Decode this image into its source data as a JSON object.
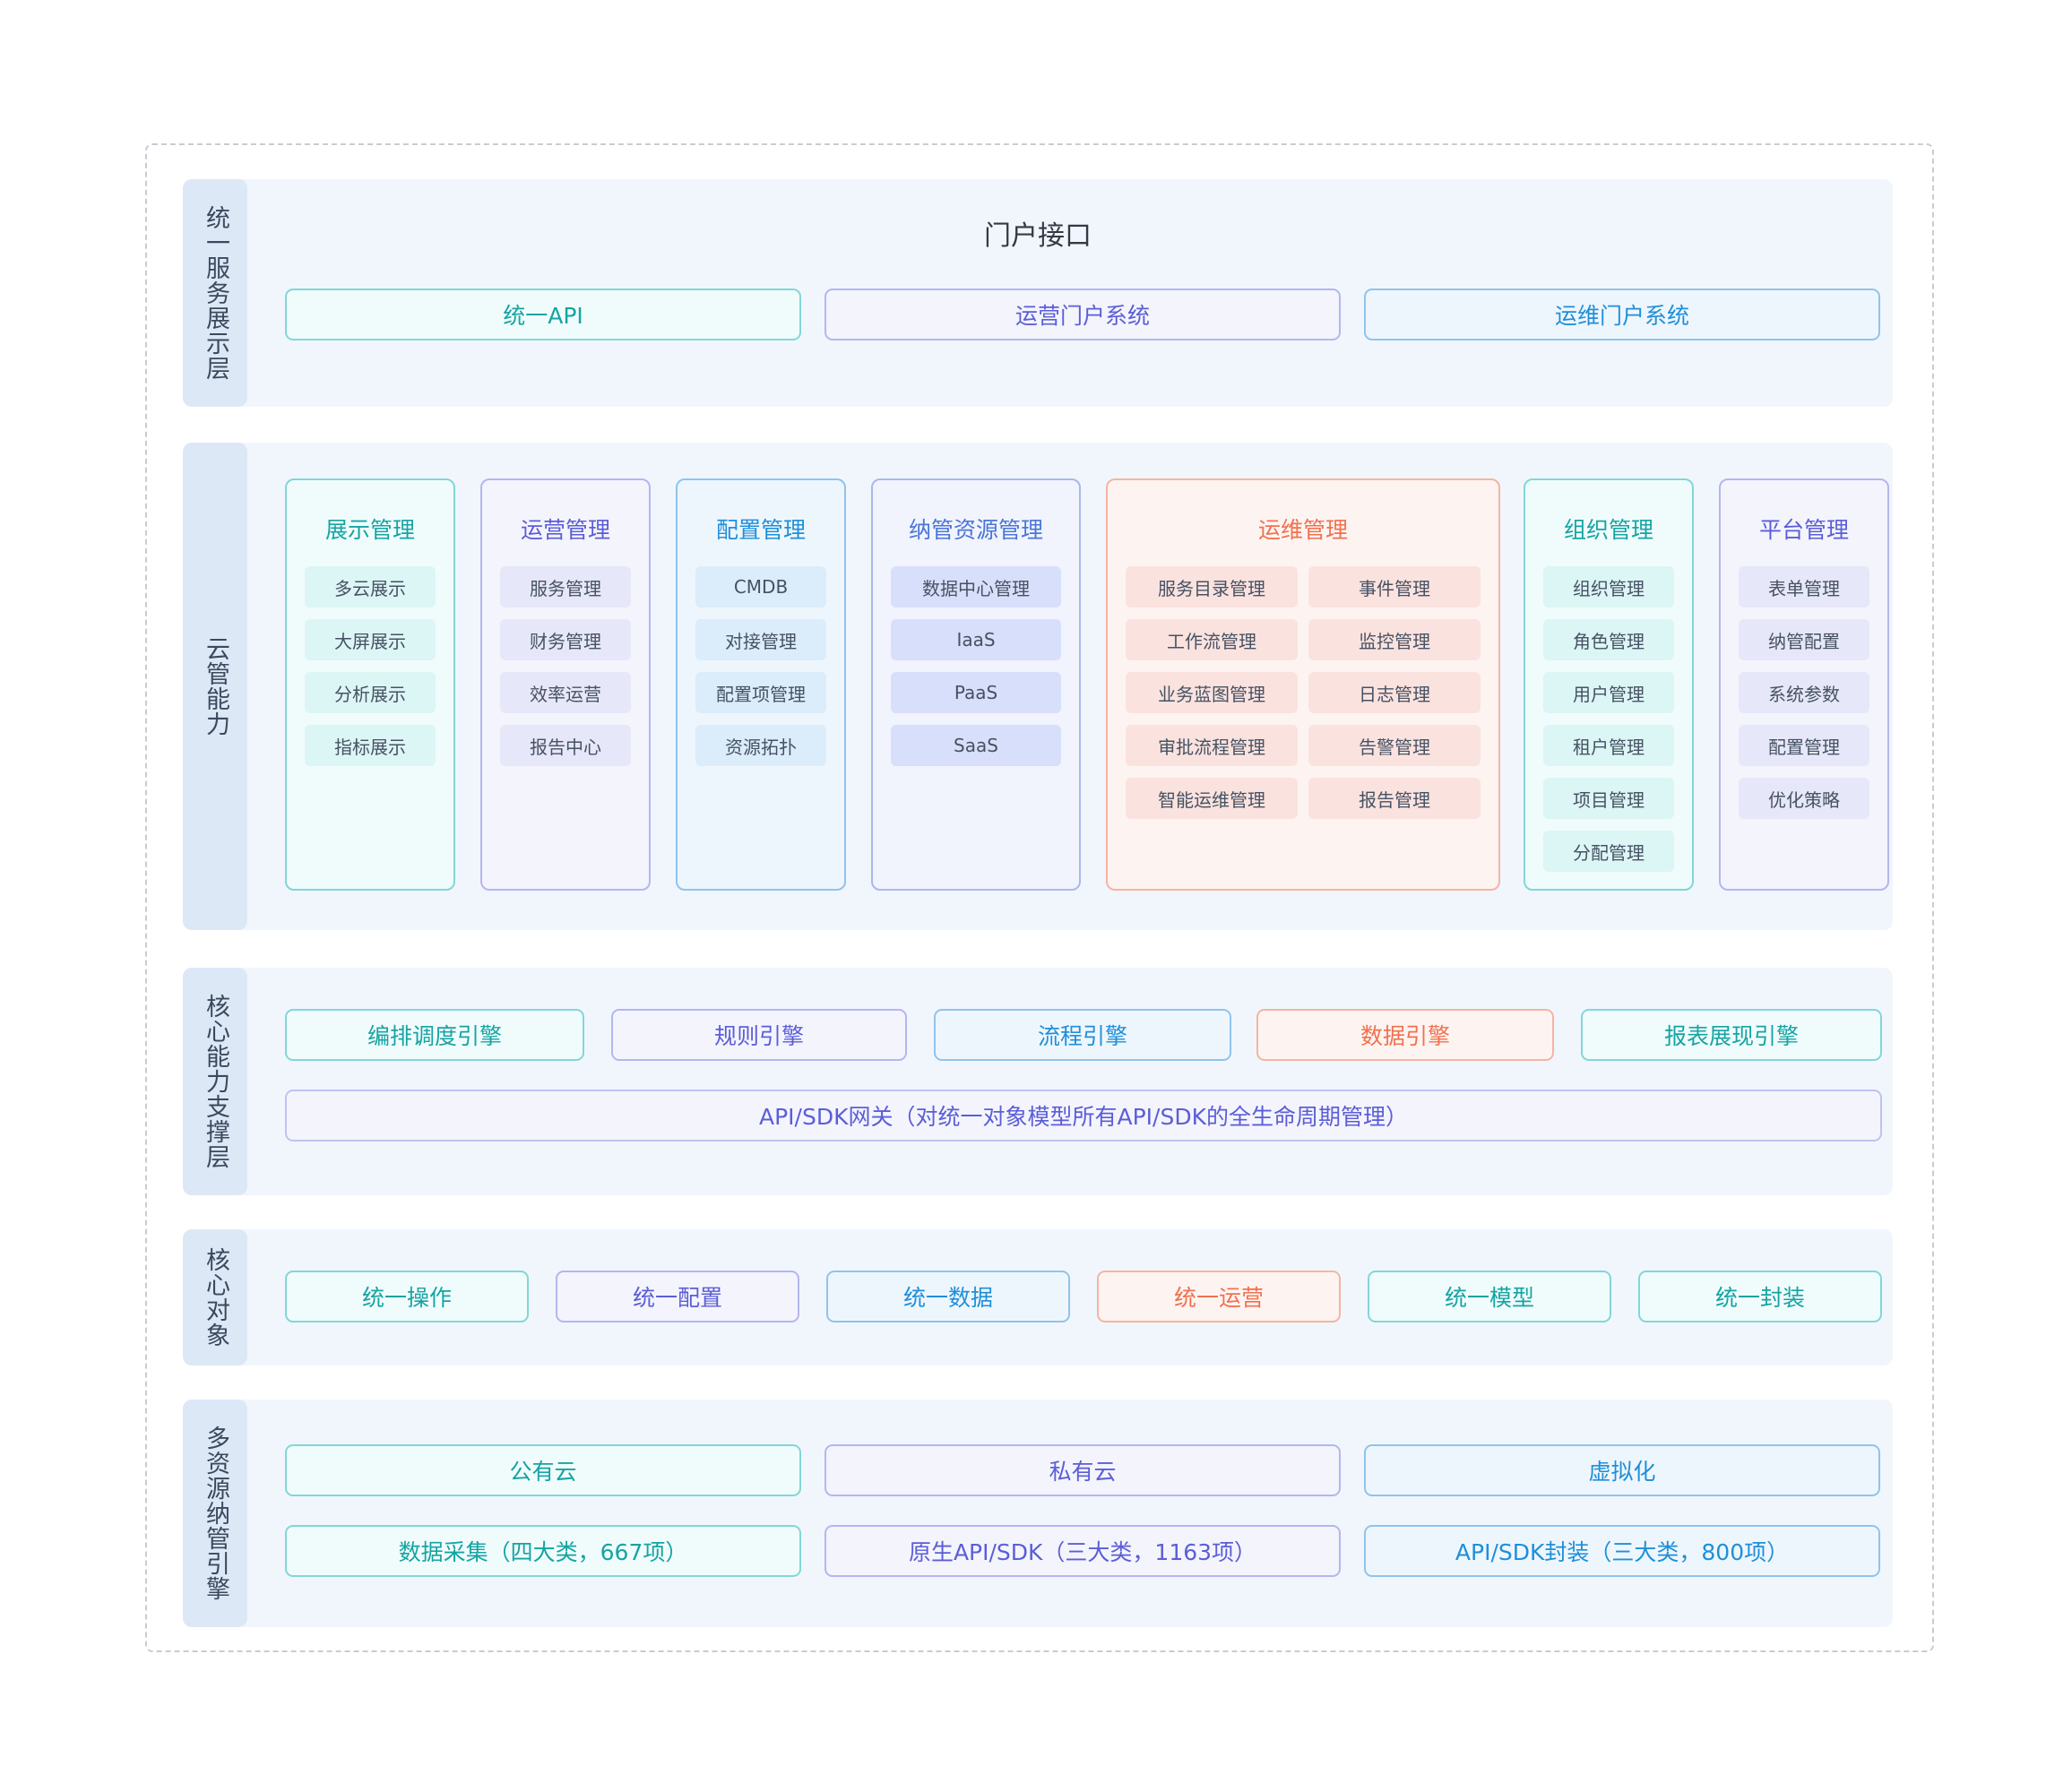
{
  "layers": {
    "portal": {
      "label": "统一服务展示层",
      "title": "门户接口",
      "items": [
        "统一API",
        "运营门户系统",
        "运维门户系统"
      ]
    },
    "cloud": {
      "label": "云管能力",
      "columns": [
        {
          "title": "展示管理",
          "items": [
            "多云展示",
            "大屏展示",
            "分析展示",
            "指标展示"
          ]
        },
        {
          "title": "运营管理",
          "items": [
            "服务管理",
            "财务管理",
            "效率运营",
            "报告中心"
          ]
        },
        {
          "title": "配置管理",
          "items": [
            "CMDB",
            "对接管理",
            "配置项管理",
            "资源拓扑"
          ]
        },
        {
          "title": "纳管资源管理",
          "items": [
            "数据中心管理",
            "IaaS",
            "PaaS",
            "SaaS"
          ]
        },
        {
          "title": "运维管理",
          "items": [
            "服务目录管理",
            "事件管理",
            "工作流管理",
            "监控管理",
            "业务蓝图管理",
            "日志管理",
            "审批流程管理",
            "告警管理",
            "智能运维管理",
            "报告管理"
          ]
        },
        {
          "title": "组织管理",
          "items": [
            "组织管理",
            "角色管理",
            "用户管理",
            "租户管理",
            "项目管理",
            "分配管理"
          ]
        },
        {
          "title": "平台管理",
          "items": [
            "表单管理",
            "纳管配置",
            "系统参数",
            "配置管理",
            "优化策略"
          ]
        }
      ]
    },
    "engine": {
      "label": "核心能力支撑层",
      "items": [
        "编排调度引擎",
        "规则引擎",
        "流程引擎",
        "数据引擎",
        "报表展现引擎"
      ],
      "gateway": "API/SDK网关（对统一对象模型所有API/SDK的全生命周期管理）"
    },
    "objects": {
      "label": "核心对象",
      "items": [
        "统一操作",
        "统一配置",
        "统一数据",
        "统一运营",
        "统一模型",
        "统一封装"
      ]
    },
    "resources": {
      "label": "多资源纳管引擎",
      "row1": [
        "公有云",
        "私有云",
        "虚拟化"
      ],
      "row2": [
        "数据采集（四大类，667项）",
        "原生API/SDK（三大类，1163项）",
        "API/SDK封装（三大类，800项）"
      ]
    }
  },
  "colors": {
    "teal": "#17a3a3",
    "purple": "#5b5ed6",
    "blue": "#1f8fd9",
    "coral": "#f1714f"
  }
}
